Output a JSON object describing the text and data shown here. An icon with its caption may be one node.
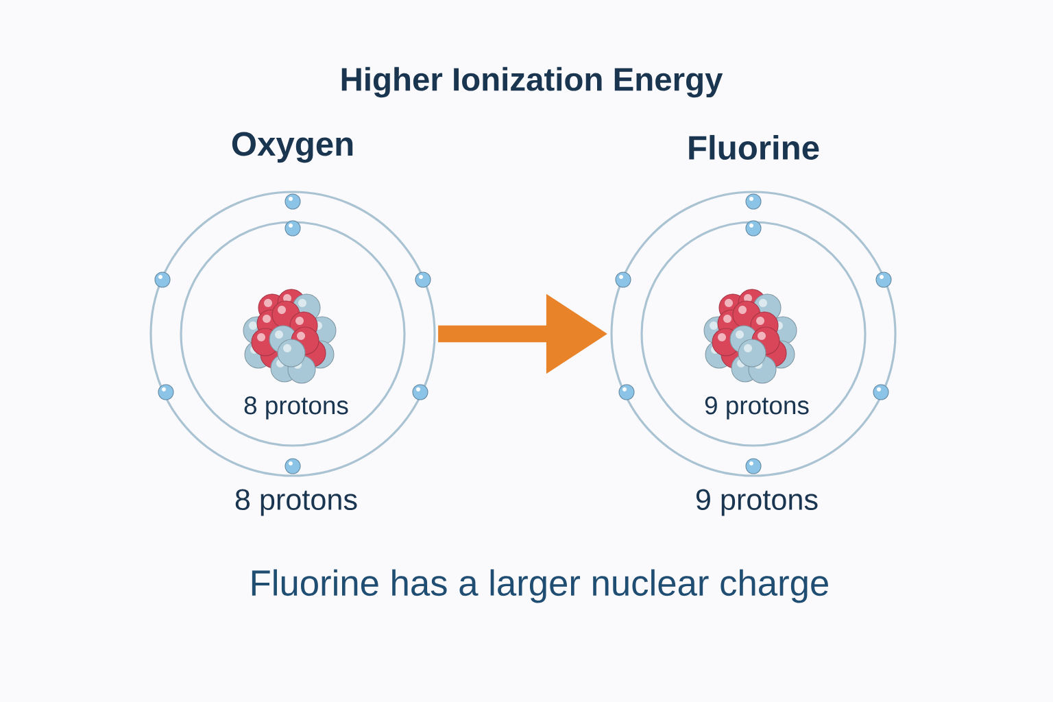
{
  "diagram": {
    "title": "Higher Ionization Energy",
    "caption": "Fluorine has a larger nuclear charge",
    "nodes": [
      {
        "text": [
          "Oxygen",
          "8 protons"
        ],
        "beside": [
          "8 protons"
        ]
      },
      {
        "text": [
          "Fluorine",
          "9 protons"
        ],
        "beside": [
          "9 protons"
        ]
      }
    ],
    "edges": [
      {
        "from": 0,
        "to": 1,
        "arrow": "to"
      }
    ]
  }
}
